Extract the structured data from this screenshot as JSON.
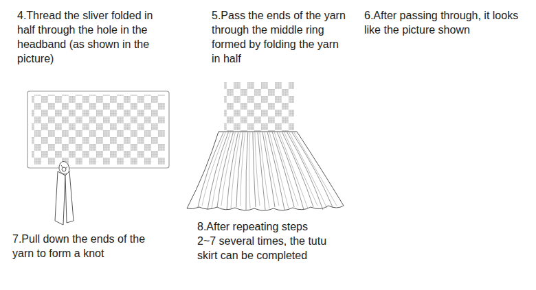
{
  "diagram": {
    "labels": [
      "4.Thread the sliver folded in half through the hole in the headband (as shown in the picture)",
      "5.Pass the ends of the yarn through the middle ring formed by folding the yarn in half",
      "6.After passing through, it looks like the picture shown",
      "7.Pull down the ends of the yarn to form a knot",
      "8.After repeating steps 2~7 several times, the tutu skirt can be completed"
    ]
  }
}
